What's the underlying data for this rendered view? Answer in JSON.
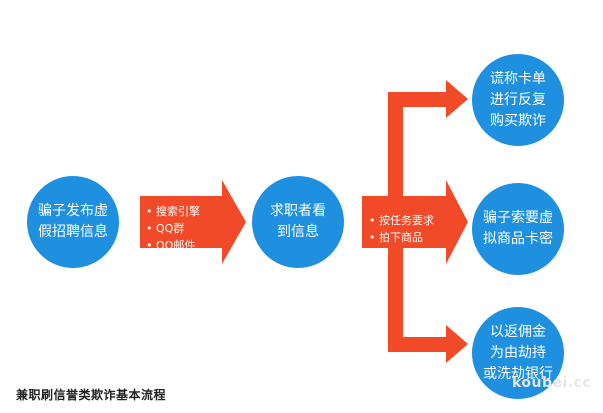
{
  "colors": {
    "node_fill": "#1f8fe0",
    "arrow_fill": "#f04a28",
    "text": "#ffffff"
  },
  "nodes": {
    "n1": "骗子发布虚\n假招聘信息",
    "n2": "求职者看\n到信息",
    "n3": "谎称卡单\n进行反复\n购买欺诈",
    "n4": "骗子索要虚\n拟商品卡密",
    "n5": "以返佣金\n为由劫持\n或洗劫银行"
  },
  "arrow1_bullets": [
    "搜索引擎",
    "QQ群",
    "QQ邮件"
  ],
  "arrow2_bullets": [
    "按任务要求",
    "拍下商品"
  ],
  "caption": "兼职刷信誉类欺诈基本流程",
  "watermark": "koubei.cc"
}
